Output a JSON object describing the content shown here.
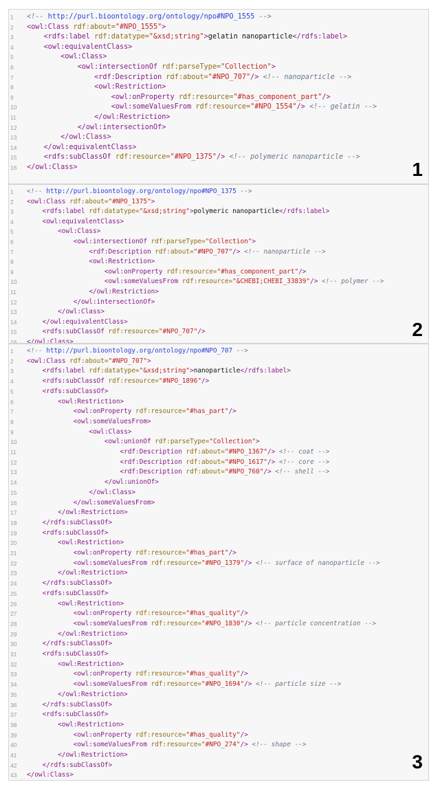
{
  "colors": {
    "comment": "#6b7788",
    "url": "#2a43d8",
    "tag": "#8a1a8a",
    "attribute": "#8f6e0f",
    "value": "#c01f1f",
    "text": "#111111",
    "line_number": "#9a9a9a",
    "panel_background": "#f7f7f7"
  },
  "panels": [
    {
      "number": "1",
      "lines": [
        [
          [
            "c",
            "<!-- "
          ],
          [
            "u",
            "http://purl.bioontology.org/ontology/npo#NPO_1555"
          ],
          [
            "c",
            " -->"
          ]
        ],
        [
          [
            "t",
            "<owl:Class "
          ],
          [
            "a",
            "rdf:about="
          ],
          [
            "v",
            "\"#NPO_1555\""
          ],
          [
            "t",
            ">"
          ]
        ],
        [
          [
            "x",
            "    "
          ],
          [
            "t",
            "<rdfs:label "
          ],
          [
            "a",
            "rdf:datatype="
          ],
          [
            "v",
            "\"&xsd;string\""
          ],
          [
            "t",
            ">"
          ],
          [
            "x",
            "gelatin nanoparticle"
          ],
          [
            "t",
            "</rdfs:label>"
          ]
        ],
        [
          [
            "x",
            "    "
          ],
          [
            "t",
            "<owl:equivalentClass>"
          ]
        ],
        [
          [
            "x",
            "        "
          ],
          [
            "t",
            "<owl:Class>"
          ]
        ],
        [
          [
            "x",
            "            "
          ],
          [
            "t",
            "<owl:intersectionOf "
          ],
          [
            "a",
            "rdf:parseType="
          ],
          [
            "v",
            "\"Collection\""
          ],
          [
            "t",
            ">"
          ]
        ],
        [
          [
            "x",
            "                "
          ],
          [
            "t",
            "<rdf:Description "
          ],
          [
            "a",
            "rdf:about="
          ],
          [
            "v",
            "\"#NPO_707\""
          ],
          [
            "t",
            "/>"
          ],
          [
            "c",
            " <!-- nanoparticle -->"
          ]
        ],
        [
          [
            "x",
            "                "
          ],
          [
            "t",
            "<owl:Restriction>"
          ]
        ],
        [
          [
            "x",
            "                    "
          ],
          [
            "t",
            "<owl:onProperty "
          ],
          [
            "a",
            "rdf:resource="
          ],
          [
            "v",
            "\"#has_component_part\""
          ],
          [
            "t",
            "/>"
          ]
        ],
        [
          [
            "x",
            "                    "
          ],
          [
            "t",
            "<owl:someValuesFrom "
          ],
          [
            "a",
            "rdf:resource="
          ],
          [
            "v",
            "\"#NPO_1554\""
          ],
          [
            "t",
            "/>"
          ],
          [
            "c",
            " <!-- gelatin -->"
          ]
        ],
        [
          [
            "x",
            "                "
          ],
          [
            "t",
            "</owl:Restriction>"
          ]
        ],
        [
          [
            "x",
            "            "
          ],
          [
            "t",
            "</owl:intersectionOf>"
          ]
        ],
        [
          [
            "x",
            "        "
          ],
          [
            "t",
            "</owl:Class>"
          ]
        ],
        [
          [
            "x",
            "    "
          ],
          [
            "t",
            "</owl:equivalentClass>"
          ]
        ],
        [
          [
            "x",
            "    "
          ],
          [
            "t",
            "<rdfs:subClassOf "
          ],
          [
            "a",
            "rdf:resource="
          ],
          [
            "v",
            "\"#NPO_1375\""
          ],
          [
            "t",
            "/>"
          ],
          [
            "c",
            " <!-- polymeric nanoparticle -->"
          ]
        ],
        [
          [
            "t",
            "</owl:Class>"
          ]
        ]
      ]
    },
    {
      "number": "2",
      "lines": [
        [
          [
            "c",
            "<!-- "
          ],
          [
            "u",
            "http://purl.bioontology.org/ontology/npo#NPO_1375"
          ],
          [
            "c",
            " -->"
          ]
        ],
        [
          [
            "t",
            "<owl:Class "
          ],
          [
            "a",
            "rdf:about="
          ],
          [
            "v",
            "\"#NPO_1375\""
          ],
          [
            "t",
            ">"
          ]
        ],
        [
          [
            "x",
            "    "
          ],
          [
            "t",
            "<rdfs:label "
          ],
          [
            "a",
            "rdf:datatype="
          ],
          [
            "v",
            "\"&xsd;string\""
          ],
          [
            "t",
            ">"
          ],
          [
            "x",
            "polymeric nanoparticle"
          ],
          [
            "t",
            "</rdfs:label>"
          ]
        ],
        [
          [
            "x",
            "    "
          ],
          [
            "t",
            "<owl:equivalentClass>"
          ]
        ],
        [
          [
            "x",
            "        "
          ],
          [
            "t",
            "<owl:Class>"
          ]
        ],
        [
          [
            "x",
            "            "
          ],
          [
            "t",
            "<owl:intersectionOf "
          ],
          [
            "a",
            "rdf:parseType="
          ],
          [
            "v",
            "\"Collection\""
          ],
          [
            "t",
            ">"
          ]
        ],
        [
          [
            "x",
            "                "
          ],
          [
            "t",
            "<rdf:Description "
          ],
          [
            "a",
            "rdf:about="
          ],
          [
            "v",
            "\"#NPO_707\""
          ],
          [
            "t",
            "/>"
          ],
          [
            "c",
            " <!-- nanoparticle -->"
          ]
        ],
        [
          [
            "x",
            "                "
          ],
          [
            "t",
            "<owl:Restriction>"
          ]
        ],
        [
          [
            "x",
            "                    "
          ],
          [
            "t",
            "<owl:onProperty "
          ],
          [
            "a",
            "rdf:resource="
          ],
          [
            "v",
            "\"#has_component_part\""
          ],
          [
            "t",
            "/>"
          ]
        ],
        [
          [
            "x",
            "                    "
          ],
          [
            "t",
            "<owl:someValuesFrom "
          ],
          [
            "a",
            "rdf:resource="
          ],
          [
            "v",
            "\"&CHEBI;CHEBI_33839\""
          ],
          [
            "t",
            "/>"
          ],
          [
            "c",
            " <!-- polymer -->"
          ]
        ],
        [
          [
            "x",
            "                "
          ],
          [
            "t",
            "</owl:Restriction>"
          ]
        ],
        [
          [
            "x",
            "            "
          ],
          [
            "t",
            "</owl:intersectionOf>"
          ]
        ],
        [
          [
            "x",
            "        "
          ],
          [
            "t",
            "</owl:Class>"
          ]
        ],
        [
          [
            "x",
            "    "
          ],
          [
            "t",
            "</owl:equivalentClass>"
          ]
        ],
        [
          [
            "x",
            "    "
          ],
          [
            "t",
            "<rdfs:subClassOf "
          ],
          [
            "a",
            "rdf:resource="
          ],
          [
            "v",
            "\"#NPO_707\""
          ],
          [
            "t",
            "/>"
          ]
        ],
        [
          [
            "t",
            "</owl:Class>"
          ]
        ]
      ]
    },
    {
      "number": "3",
      "lines": [
        [
          [
            "c",
            "<!-- "
          ],
          [
            "u",
            "http://purl.bioontology.org/ontology/npo#NPO_707"
          ],
          [
            "c",
            " -->"
          ]
        ],
        [
          [
            "t",
            "<owl:Class "
          ],
          [
            "a",
            "rdf:about="
          ],
          [
            "v",
            "\"#NPO_707\""
          ],
          [
            "t",
            ">"
          ]
        ],
        [
          [
            "x",
            "    "
          ],
          [
            "t",
            "<rdfs:label "
          ],
          [
            "a",
            "rdf:datatype="
          ],
          [
            "v",
            "\"&xsd;string\""
          ],
          [
            "t",
            ">"
          ],
          [
            "x",
            "nanoparticle"
          ],
          [
            "t",
            "</rdfs:label>"
          ]
        ],
        [
          [
            "x",
            "    "
          ],
          [
            "t",
            "<rdfs:subClassOf "
          ],
          [
            "a",
            "rdf:resource="
          ],
          [
            "v",
            "\"#NPO_1896\""
          ],
          [
            "t",
            "/>"
          ]
        ],
        [
          [
            "x",
            "    "
          ],
          [
            "t",
            "<rdfs:subClassOf>"
          ]
        ],
        [
          [
            "x",
            "        "
          ],
          [
            "t",
            "<owl:Restriction>"
          ]
        ],
        [
          [
            "x",
            "            "
          ],
          [
            "t",
            "<owl:onProperty "
          ],
          [
            "a",
            "rdf:resource="
          ],
          [
            "v",
            "\"#has_part\""
          ],
          [
            "t",
            "/>"
          ]
        ],
        [
          [
            "x",
            "            "
          ],
          [
            "t",
            "<owl:someValuesFrom>"
          ]
        ],
        [
          [
            "x",
            "                "
          ],
          [
            "t",
            "<owl:Class>"
          ]
        ],
        [
          [
            "x",
            "                    "
          ],
          [
            "t",
            "<owl:unionOf "
          ],
          [
            "a",
            "rdf:parseType="
          ],
          [
            "v",
            "\"Collection\""
          ],
          [
            "t",
            ">"
          ]
        ],
        [
          [
            "x",
            "                        "
          ],
          [
            "t",
            "<rdf:Description "
          ],
          [
            "a",
            "rdf:about="
          ],
          [
            "v",
            "\"#NPO_1367\""
          ],
          [
            "t",
            "/>"
          ],
          [
            "c",
            " <!-- coat -->"
          ]
        ],
        [
          [
            "x",
            "                        "
          ],
          [
            "t",
            "<rdf:Description "
          ],
          [
            "a",
            "rdf:about="
          ],
          [
            "v",
            "\"#NPO_1617\""
          ],
          [
            "t",
            "/>"
          ],
          [
            "c",
            " <!-- core -->"
          ]
        ],
        [
          [
            "x",
            "                        "
          ],
          [
            "t",
            "<rdf:Description "
          ],
          [
            "a",
            "rdf:about="
          ],
          [
            "v",
            "\"#NPO_760\""
          ],
          [
            "t",
            "/>"
          ],
          [
            "c",
            " <!-- shell -->"
          ]
        ],
        [
          [
            "x",
            "                    "
          ],
          [
            "t",
            "</owl:unionOf>"
          ]
        ],
        [
          [
            "x",
            "                "
          ],
          [
            "t",
            "</owl:Class>"
          ]
        ],
        [
          [
            "x",
            "            "
          ],
          [
            "t",
            "</owl:someValuesFrom>"
          ]
        ],
        [
          [
            "x",
            "        "
          ],
          [
            "t",
            "</owl:Restriction>"
          ]
        ],
        [
          [
            "x",
            "    "
          ],
          [
            "t",
            "</rdfs:subClassOf>"
          ]
        ],
        [
          [
            "x",
            "    "
          ],
          [
            "t",
            "<rdfs:subClassOf>"
          ]
        ],
        [
          [
            "x",
            "        "
          ],
          [
            "t",
            "<owl:Restriction>"
          ]
        ],
        [
          [
            "x",
            "            "
          ],
          [
            "t",
            "<owl:onProperty "
          ],
          [
            "a",
            "rdf:resource="
          ],
          [
            "v",
            "\"#has_part\""
          ],
          [
            "t",
            "/>"
          ]
        ],
        [
          [
            "x",
            "            "
          ],
          [
            "t",
            "<owl:someValuesFrom "
          ],
          [
            "a",
            "rdf:resource="
          ],
          [
            "v",
            "\"#NPO_1379\""
          ],
          [
            "t",
            "/>"
          ],
          [
            "c",
            " <!-- surface of nanoparticle -->"
          ]
        ],
        [
          [
            "x",
            "        "
          ],
          [
            "t",
            "</owl:Restriction>"
          ]
        ],
        [
          [
            "x",
            "    "
          ],
          [
            "t",
            "</rdfs:subClassOf>"
          ]
        ],
        [
          [
            "x",
            "    "
          ],
          [
            "t",
            "<rdfs:subClassOf>"
          ]
        ],
        [
          [
            "x",
            "        "
          ],
          [
            "t",
            "<owl:Restriction>"
          ]
        ],
        [
          [
            "x",
            "            "
          ],
          [
            "t",
            "<owl:onProperty "
          ],
          [
            "a",
            "rdf:resource="
          ],
          [
            "v",
            "\"#has_quality\""
          ],
          [
            "t",
            "/>"
          ]
        ],
        [
          [
            "x",
            "            "
          ],
          [
            "t",
            "<owl:someValuesFrom "
          ],
          [
            "a",
            "rdf:resource="
          ],
          [
            "v",
            "\"#NPO_1830\""
          ],
          [
            "t",
            "/>"
          ],
          [
            "c",
            " <!-- particle concentration -->"
          ]
        ],
        [
          [
            "x",
            "        "
          ],
          [
            "t",
            "</owl:Restriction>"
          ]
        ],
        [
          [
            "x",
            "    "
          ],
          [
            "t",
            "</rdfs:subClassOf>"
          ]
        ],
        [
          [
            "x",
            "    "
          ],
          [
            "t",
            "<rdfs:subClassOf>"
          ]
        ],
        [
          [
            "x",
            "        "
          ],
          [
            "t",
            "<owl:Restriction>"
          ]
        ],
        [
          [
            "x",
            "            "
          ],
          [
            "t",
            "<owl:onProperty "
          ],
          [
            "a",
            "rdf:resource="
          ],
          [
            "v",
            "\"#has_quality\""
          ],
          [
            "t",
            "/>"
          ]
        ],
        [
          [
            "x",
            "            "
          ],
          [
            "t",
            "<owl:someValuesFrom "
          ],
          [
            "a",
            "rdf:resource="
          ],
          [
            "v",
            "\"#NPO_1694\""
          ],
          [
            "t",
            "/>"
          ],
          [
            "c",
            " <!-- particle size -->"
          ]
        ],
        [
          [
            "x",
            "        "
          ],
          [
            "t",
            "</owl:Restriction>"
          ]
        ],
        [
          [
            "x",
            "    "
          ],
          [
            "t",
            "</rdfs:subClassOf>"
          ]
        ],
        [
          [
            "x",
            "    "
          ],
          [
            "t",
            "<rdfs:subClassOf>"
          ]
        ],
        [
          [
            "x",
            "        "
          ],
          [
            "t",
            "<owl:Restriction>"
          ]
        ],
        [
          [
            "x",
            "            "
          ],
          [
            "t",
            "<owl:onProperty "
          ],
          [
            "a",
            "rdf:resource="
          ],
          [
            "v",
            "\"#has_quality\""
          ],
          [
            "t",
            "/>"
          ]
        ],
        [
          [
            "x",
            "            "
          ],
          [
            "t",
            "<owl:someValuesFrom "
          ],
          [
            "a",
            "rdf:resource="
          ],
          [
            "v",
            "\"#NPO_274\""
          ],
          [
            "t",
            "/>"
          ],
          [
            "c",
            " <!-- shape -->"
          ]
        ],
        [
          [
            "x",
            "        "
          ],
          [
            "t",
            "</owl:Restriction>"
          ]
        ],
        [
          [
            "x",
            "    "
          ],
          [
            "t",
            "</rdfs:subClassOf>"
          ]
        ],
        [
          [
            "t",
            "</owl:Class>"
          ]
        ]
      ]
    }
  ]
}
